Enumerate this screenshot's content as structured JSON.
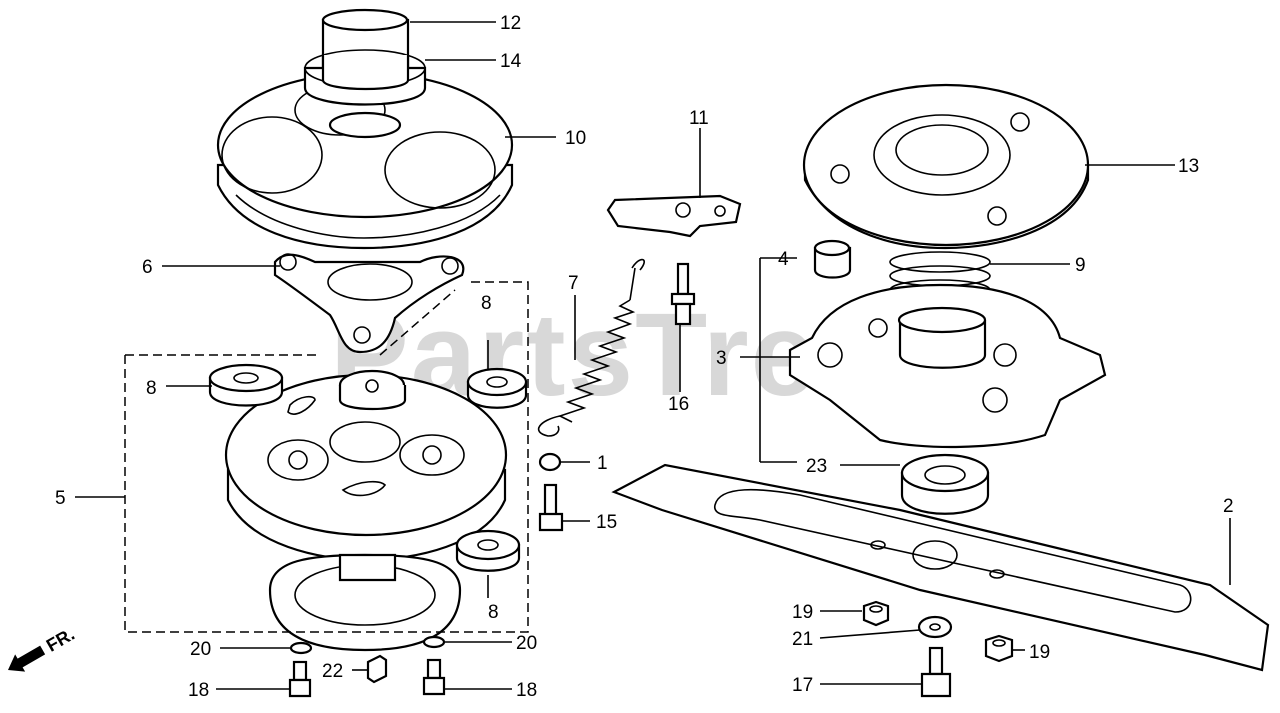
{
  "watermark": "PartsTree",
  "direction_marker": "FR.",
  "callouts": {
    "c1": "1",
    "c2": "2",
    "c3": "3",
    "c4": "4",
    "c5": "5",
    "c6": "6",
    "c7": "7",
    "c8a": "8",
    "c8b": "8",
    "c8c": "8",
    "c9": "9",
    "c10": "10",
    "c11": "11",
    "c12": "12",
    "c13": "13",
    "c14": "14",
    "c15": "15",
    "c16": "16",
    "c17": "17",
    "c18a": "18",
    "c18b": "18",
    "c19a": "19",
    "c19b": "19",
    "c20a": "20",
    "c20b": "20",
    "c21": "21",
    "c22": "22",
    "c23": "23"
  }
}
